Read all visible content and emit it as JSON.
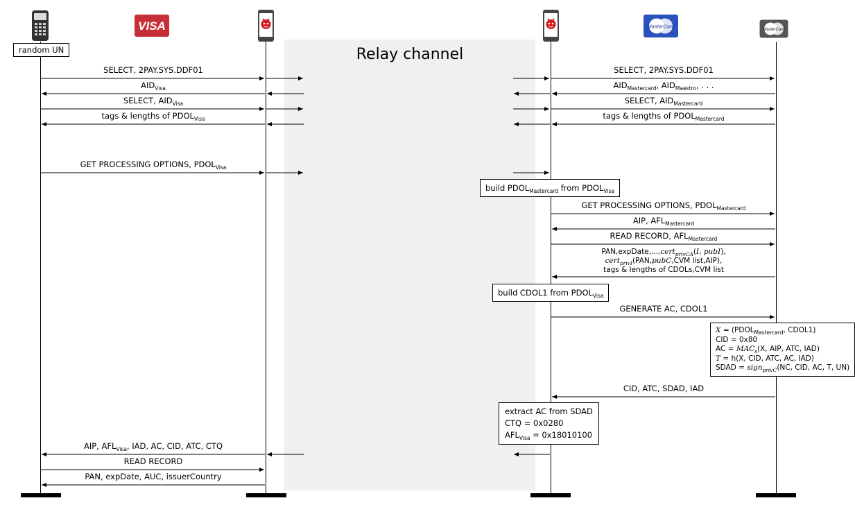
{
  "relay_title": "Relay channel",
  "actors": {
    "terminal_label": "random UN",
    "visa_logo": "VISA",
    "mastercard_logo": "MasterCard",
    "mastercard_card": "MasterCard"
  },
  "msgs": {
    "select_ppse": "SELECT, 2PAY.SYS.DDF01",
    "aid": "AID",
    "visa": "Visa",
    "mastercard": "Mastercard",
    "maestro": "Maestro",
    "ellipsis": ", . . .",
    "select_aid": "SELECT, AID",
    "tags_pdol": "tags & lengths of PDOL",
    "gpo": "GET PROCESSING OPTIONS, PDOL",
    "aip_afl": "AIP, AFL",
    "read_record_afl": "READ RECORD, AFL",
    "gen_ac": "GENERATE AC, CDOL1",
    "cid_line": "CID, ATC, SDAD, IAD",
    "aip_afl_visa": "AIP, AFL",
    "aip_afl_visa_rest": ", IAD, AC, CID, ATC, CTQ",
    "read_record": "READ RECORD",
    "pan_resp": "PAN, expDate, AUC, issuerCountry",
    "rr_resp_1": "PAN,expDate,...,",
    "rr_resp_2": "(PAN,",
    "rr_resp_2b": ",CVM list,AIP),",
    "rr_resp_3": "tags & lengths of CDOLs,CVM list"
  },
  "boxes": {
    "build_pdol_a": "build PDOL",
    "build_pdol_b": " from PDOL",
    "build_cdol_a": "build CDOL1 from PDOL",
    "gen_x": " = (PDOL",
    "gen_x_end": ", CDOL1)",
    "gen_cid": "CID = 0x80",
    "gen_ac": "AC = ",
    "gen_ac_args": "(X, AIP, ATC, IAD)",
    "gen_t": " = h(X, CID, ATC, AC, IAD)",
    "gen_sdad": "SDAD = ",
    "gen_sdad_args": "(NC, CID, AC, T, UN)",
    "extract": "extract AC from SDAD",
    "ctq": "CTQ = 0x0280",
    "afl_visa": "AFL",
    "afl_visa_val": " = 0x18010100"
  }
}
